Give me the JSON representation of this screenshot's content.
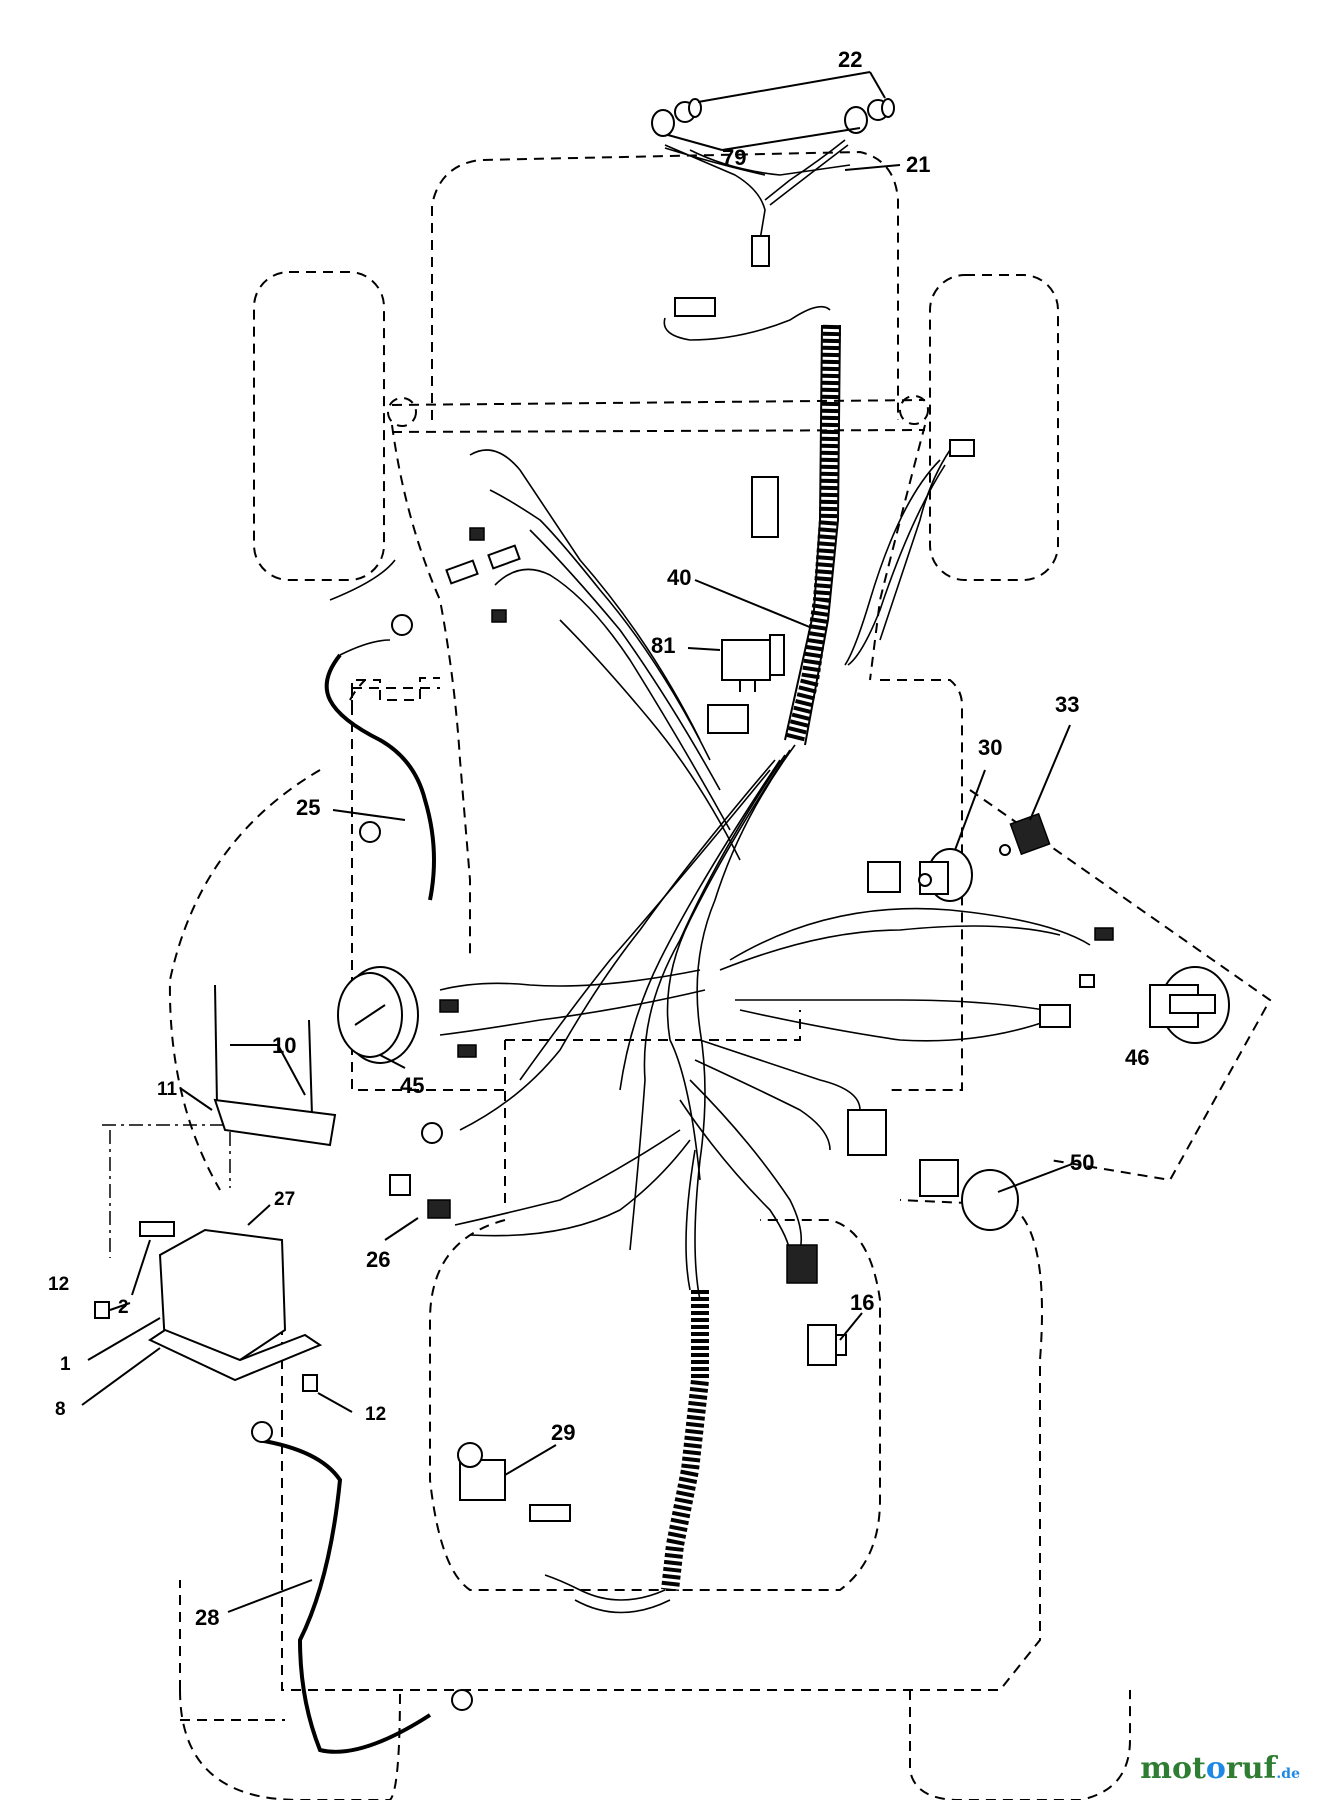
{
  "callouts": {
    "c22": "22",
    "c79": "79",
    "c21": "21",
    "c40": "40",
    "c81": "81",
    "c33": "33",
    "c30": "30",
    "c25": "25",
    "c10": "10",
    "c11": "11",
    "c45": "45",
    "c46": "46",
    "c27": "27",
    "c2": "2",
    "c12a": "12",
    "c12b": "12",
    "c1": "1",
    "c8": "8",
    "c26": "26",
    "c50": "50",
    "c16": "16",
    "c29": "29",
    "c28": "28"
  },
  "watermark": {
    "part1": "mot",
    "part2": "o",
    "part3": "ruf",
    "tld": ".de"
  },
  "colors": {
    "watermark_green": "#2e7d32",
    "watermark_blue": "#1e88e5"
  }
}
